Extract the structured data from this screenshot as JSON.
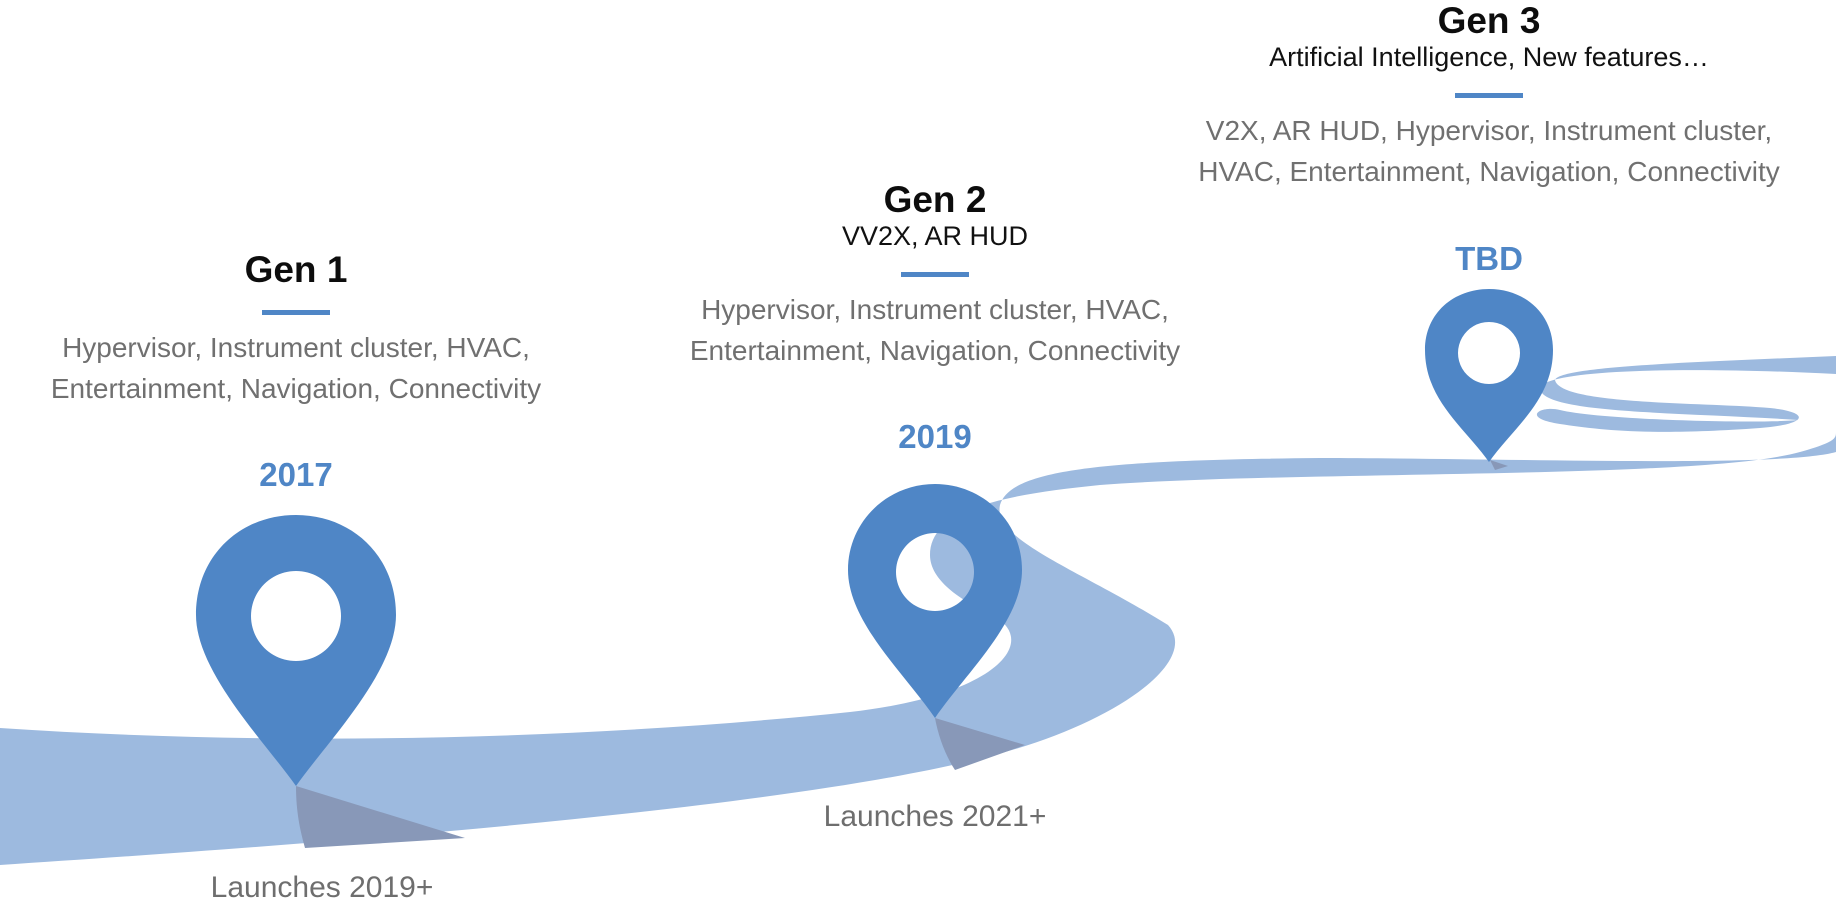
{
  "colors": {
    "road": "#9dbadf",
    "pin": "#4f86c6",
    "shadow": "#8898b8",
    "accent": "#4f86c6",
    "features": "#707070"
  },
  "gens": [
    {
      "title": "Gen 1",
      "subtitle": "",
      "features": [
        "Hypervisor, Instrument cluster, HVAC,",
        "Entertainment, Navigation, Connectivity"
      ],
      "year": "2017",
      "launch": "Launches 2019+",
      "icon": "map-pin-icon"
    },
    {
      "title": "Gen 2",
      "subtitle": "VV2X, AR HUD",
      "features": [
        "Hypervisor, Instrument cluster, HVAC,",
        "Entertainment, Navigation, Connectivity"
      ],
      "year": "2019",
      "launch": "Launches 2021+",
      "icon": "map-pin-icon"
    },
    {
      "title": "Gen 3",
      "subtitle": "Artificial Intelligence, New features…",
      "features": [
        "V2X, AR HUD, Hypervisor, Instrument cluster,",
        "HVAC, Entertainment, Navigation, Connectivity"
      ],
      "year": "TBD",
      "launch": "",
      "icon": "map-pin-icon"
    }
  ]
}
